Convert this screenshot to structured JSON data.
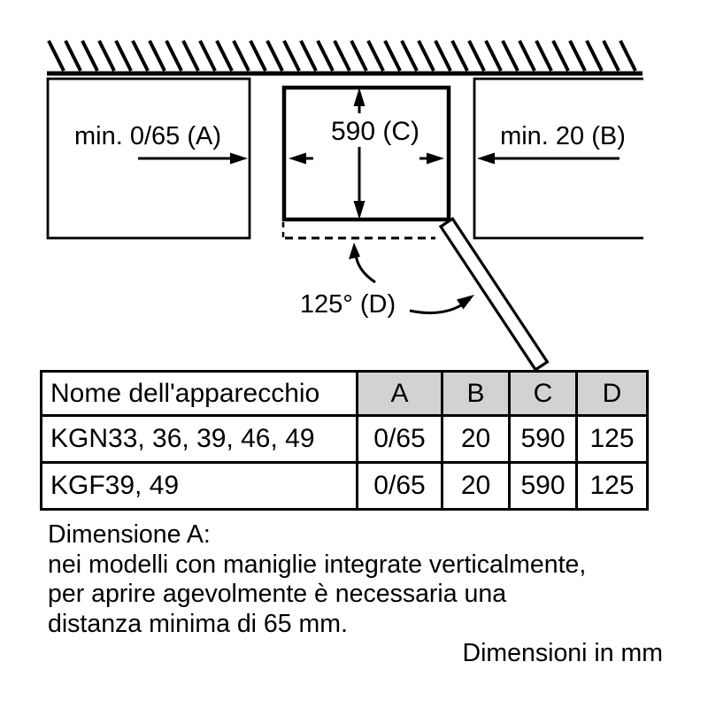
{
  "diagram": {
    "a_label": "min. 0/65 (A)",
    "b_label": "min. 20 (B)",
    "c_label": "590 (C)",
    "d_label": "125° (D)"
  },
  "table": {
    "header": {
      "name": "Nome dell'apparecchio",
      "cols": [
        "A",
        "B",
        "C",
        "D"
      ]
    },
    "rows": [
      {
        "name": "KGN33, 36, 39, 46, 49",
        "values": [
          "0/65",
          "20",
          "590",
          "125"
        ]
      },
      {
        "name": "KGF39, 49",
        "values": [
          "0/65",
          "20",
          "590",
          "125"
        ]
      }
    ]
  },
  "notes": {
    "lines": [
      "Dimensione A:",
      "nei modelli con maniglie integrate verticalmente,",
      "per aprire agevolmente è necessaria una",
      "distanza minima di 65 mm."
    ]
  },
  "footer": {
    "units_label": "Dimensioni in mm"
  },
  "colors": {
    "ink": "#000000",
    "table_header_bg": "#d2d2d2"
  }
}
